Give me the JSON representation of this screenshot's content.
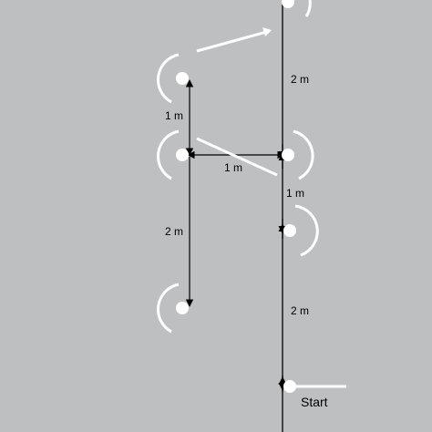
{
  "colors": {
    "background": "#bebfc1",
    "line": "#000000",
    "marker": "#ffffff"
  },
  "labels": {
    "dim_top_right": "2 m",
    "dim_top_left": "1 m",
    "dim_horizontal": "1 m",
    "dim_middle_right": "1 m",
    "dim_lower_left": "2 m",
    "dim_lower_right": "2 m",
    "start": "Start"
  }
}
